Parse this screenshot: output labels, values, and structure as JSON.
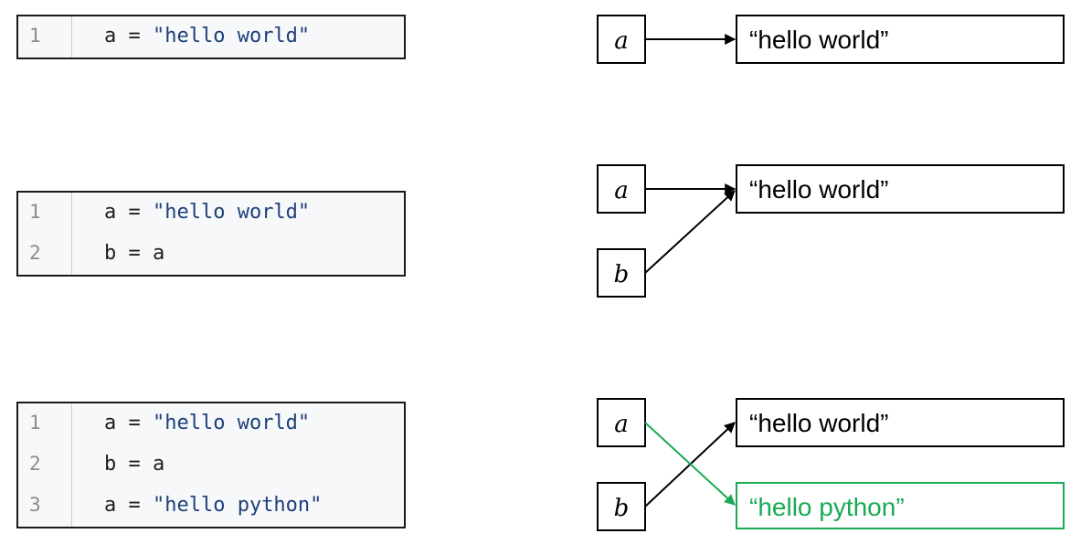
{
  "panels": [
    {
      "code": [
        {
          "num": "1",
          "lhs": "a = ",
          "str": "\"hello world\"",
          "rest": ""
        }
      ]
    },
    {
      "code": [
        {
          "num": "1",
          "lhs": "a = ",
          "str": "\"hello world\"",
          "rest": ""
        },
        {
          "num": "2",
          "lhs": "b = a",
          "str": "",
          "rest": ""
        }
      ]
    },
    {
      "code": [
        {
          "num": "1",
          "lhs": "a = ",
          "str": "\"hello world\"",
          "rest": ""
        },
        {
          "num": "2",
          "lhs": "b = a",
          "str": "",
          "rest": ""
        },
        {
          "num": "3",
          "lhs": "a = ",
          "str": "\"hello python\"",
          "rest": ""
        }
      ]
    }
  ],
  "diagram": {
    "panel1": {
      "var_a": "a",
      "value": "“hello world”"
    },
    "panel2": {
      "var_a": "a",
      "var_b": "b",
      "value": "“hello world”"
    },
    "panel3": {
      "var_a": "a",
      "var_b": "b",
      "value_old": "“hello world”",
      "value_new": "“hello python”"
    }
  },
  "colors": {
    "stroke": "#000000",
    "new_reference": "#1aaa55",
    "code_string": "#1d3f7a"
  }
}
